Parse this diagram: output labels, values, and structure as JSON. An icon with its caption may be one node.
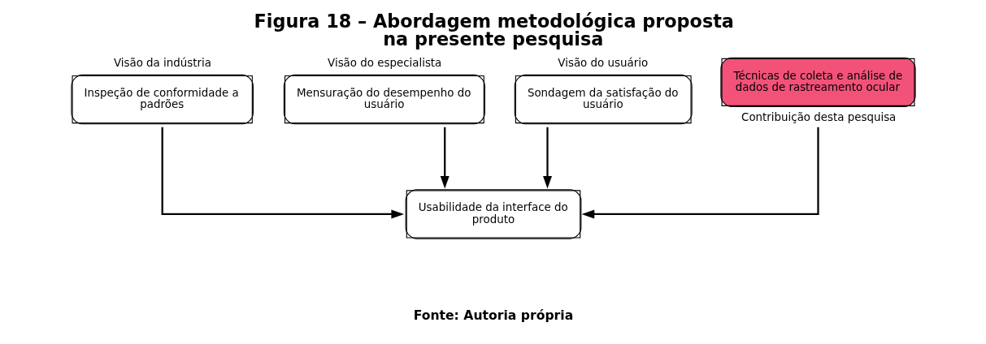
{
  "diagram": {
    "title": "Figura 18 – Abordagem metodológica proposta na presente pesquisa",
    "caption": "Fonte: Autoria própria",
    "nodes": [
      {
        "text": [
          "Inspeção de conformidade a padrões"
        ],
        "beside": [
          "Visão da indústria"
        ]
      },
      {
        "text": [
          "Mensuração do desempenho do usuário"
        ],
        "beside": [
          "Visão do especialista"
        ]
      },
      {
        "text": [
          "Sondagem da satisfação do usuário"
        ],
        "beside": [
          "Visão do usuário"
        ]
      },
      {
        "text": [
          "Técnicas de coleta e análise de dados de rastreamento ocular"
        ],
        "beside": [
          "Contribuição desta pesquisa"
        ]
      },
      {
        "text": [
          "Usabilidade da interface do produto"
        ]
      }
    ],
    "edges": [
      {
        "from": 0,
        "to": 4,
        "arrow": "to"
      },
      {
        "from": 1,
        "to": 4,
        "arrow": "to"
      },
      {
        "from": 2,
        "to": 4,
        "arrow": "to"
      },
      {
        "from": 3,
        "to": 4,
        "arrow": "to"
      }
    ]
  }
}
